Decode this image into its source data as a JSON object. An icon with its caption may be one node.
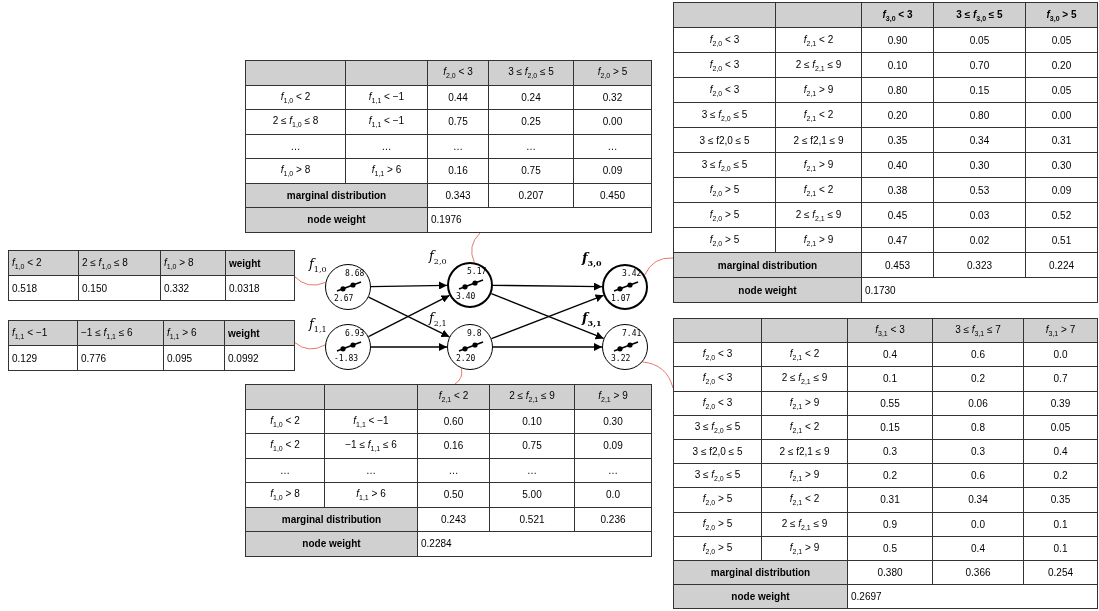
{
  "diagram": {
    "nodes": [
      {
        "text": [
          "8.68",
          "2.67"
        ],
        "beside": [
          "*f*$_{1,0}$"
        ]
      },
      {
        "text": [
          "6.93",
          "-1.83"
        ],
        "beside": [
          "*f*$_{1,1}$"
        ]
      },
      {
        "text": [
          "5.17",
          "3.40"
        ],
        "beside": [
          "*f*$_{2,0}$"
        ]
      },
      {
        "text": [
          "9.8",
          "2.20"
        ],
        "beside": [
          "*f*$_{2,1}$"
        ]
      },
      {
        "text": [
          "3.42",
          "1.07"
        ],
        "beside": [
          "*f*$_{3,0}$"
        ]
      },
      {
        "text": [
          "7.41",
          "3.22"
        ],
        "beside": [
          "*f*$_{3,1}$"
        ]
      },
      {
        "text": [
          "*f*$_{1,0}$ < 2",
          "2 ≤ *f*$_{1,0}$ ≤ 8",
          "*f*$_{1,0}$ > 8",
          "weight",
          "0.518",
          "0.150",
          "0.332",
          "0.0318"
        ]
      },
      {
        "text": [
          "*f*$_{1,1}$ < −1",
          "−1 ≤ *f*$_{1,1}$ ≤ 6",
          "*f*$_{1,1}$ > 6",
          "weight",
          "0.129",
          "0.776",
          "0.095",
          "0.0992"
        ]
      },
      {
        "text": [
          "*f*$_{2,0}$ < 3",
          "3 ≤ *f*$_{2,0}$ ≤ 5",
          "*f*$_{2,0}$ > 5",
          "*f*$_{1,0}$ < 2",
          "*f*$_{1,1}$ < −1",
          "0.44",
          "0.24",
          "0.32",
          "2 ≤ *f*$_{1,0}$ ≤ 8",
          "*f*$_{1,1}$ < −1",
          "0.75",
          "0.25",
          "0.00",
          "…",
          "…",
          "…",
          "…",
          "…",
          "*f*$_{1,0}$ > 8",
          "*f*$_{1,1}$ > 6",
          "0.16",
          "0.75",
          "0.09",
          "marginal distribution",
          "0.343",
          "0.207",
          "0.450",
          "node weight",
          "0.1976"
        ]
      },
      {
        "text": [
          "*f*$_{2,1}$ < 2",
          "2 ≤ *f*$_{2,1}$ ≤ 9",
          "*f*$_{2,1}$ > 9",
          "*f*$_{1,0}$ < 2",
          "*f*$_{1,1}$ < −1",
          "0.60",
          "0.10",
          "0.30",
          "*f*$_{1,0}$ < 2",
          "−1 ≤ *f*$_{1,1}$ ≤ 6",
          "0.16",
          "0.75",
          "0.09",
          "…",
          "…",
          "…",
          "…",
          "…",
          "*f*$_{1,0}$ > 8",
          "*f*$_{1,1}$ > 6",
          "0.50",
          "5.00",
          "0.0",
          "marginal distribution",
          "0.243",
          "0.521",
          "0.236",
          "node weight",
          "0.2284"
        ]
      },
      {
        "text": [
          "*f*$_{3,0}$ < 3",
          "3 ≤ *f*$_{3,0}$ ≤ 5",
          "*f*$_{3,0}$ > 5",
          "*f*$_{2,0}$ < 3",
          "*f*$_{2,1}$ < 2",
          "0.90",
          "0.05",
          "0.05",
          "*f*$_{2,0}$ < 3",
          "2 ≤ *f*$_{2,1}$ ≤ 9",
          "0.10",
          "0.70",
          "0.20",
          "*f*$_{2,0}$ < 3",
          "*f*$_{2,1}$ > 9",
          "0.80",
          "0.15",
          "0.05",
          "3 ≤ *f*$_{2,0}$ ≤ 5",
          "*f*$_{2,1}$ < 2",
          "0.20",
          "0.80",
          "0.00",
          "3 ≤ f2,0 ≤ 5",
          "2 ≤ f2,1 ≤ 9",
          "0.35",
          "0.34",
          "0.31",
          "3 ≤ *f*$_{2,0}$ ≤ 5",
          "*f*$_{2,1}$ > 9",
          "0.40",
          "0.30",
          "0.30",
          "*f*$_{2,0}$ > 5",
          "*f*$_{2,1}$ < 2",
          "0.38",
          "0.53",
          "0.09",
          "*f*$_{2,0}$ > 5",
          "2 ≤ *f*$_{2,1}$ ≤ 9",
          "0.45",
          "0.03",
          "0.52",
          "*f*$_{2,0}$ > 5",
          "*f*$_{2,1}$ > 9",
          "0.47",
          "0.02",
          "0.51",
          "marginal distribution",
          "0.453",
          "0.323",
          "0.224",
          "node weight",
          "0.1730"
        ]
      },
      {
        "text": [
          "*f*$_{3,1}$ < 3",
          "3 ≤ *f*$_{3,1}$ ≤ 7",
          "*f*$_{3,1}$ > 7",
          "*f*$_{2,0}$ < 3",
          "*f*$_{2,1}$ < 2",
          "0.4",
          "0.6",
          "0.0",
          "*f*$_{2,0}$ < 3",
          "2 ≤ *f*$_{2,1}$ ≤ 9",
          "0.1",
          "0.2",
          "0.7",
          "*f*$_{2,0}$ < 3",
          "*f*$_{2,1}$ > 9",
          "0.55",
          "0.06",
          "0.39",
          "3 ≤ *f*$_{2,0}$ ≤ 5",
          "*f*$_{2,1}$ < 2",
          "0.15",
          "0.8",
          "0.05",
          "3 ≤ f2,0 ≤ 5",
          "2 ≤ f2,1 ≤ 9",
          "0.3",
          "0.3",
          "0.4",
          "3 ≤ *f*$_{2,0}$ ≤ 5",
          "*f*$_{2,1}$ > 9",
          "0.2",
          "0.6",
          "0.2",
          "*f*$_{2,0}$ > 5",
          "*f*$_{2,1}$ < 2",
          "0.31",
          "0.34",
          "0.35",
          "*f*$_{2,0}$ > 5",
          "2 ≤ *f*$_{2,1}$ ≤ 9",
          "0.9",
          "0.0",
          "0.1",
          "*f*$_{2,0}$ > 5",
          "*f*$_{2,1}$ > 9",
          "0.5",
          "0.4",
          "0.1",
          "marginal distribution",
          "0.380",
          "0.366",
          "0.254",
          "node weight",
          "0.2697"
        ]
      }
    ],
    "edges": [
      {
        "from": 0,
        "to": 2,
        "arrow": "to"
      },
      {
        "from": 0,
        "to": 3,
        "arrow": "to"
      },
      {
        "from": 1,
        "to": 2,
        "arrow": "to"
      },
      {
        "from": 1,
        "to": 3,
        "arrow": "to"
      },
      {
        "from": 2,
        "to": 4,
        "arrow": "to"
      },
      {
        "from": 2,
        "to": 5,
        "arrow": "to"
      },
      {
        "from": 3,
        "to": 4,
        "arrow": "to"
      },
      {
        "from": 3,
        "to": 5,
        "arrow": "to"
      },
      {
        "from": 6,
        "to": 0,
        "arrow": "none",
        "color": "#e0574a"
      },
      {
        "from": 7,
        "to": 1,
        "arrow": "none",
        "color": "#e0574a"
      },
      {
        "from": 8,
        "to": 2,
        "arrow": "none",
        "color": "#e0574a"
      },
      {
        "from": 9,
        "to": 3,
        "arrow": "none",
        "color": "#e0574a"
      },
      {
        "from": 10,
        "to": 4,
        "arrow": "none",
        "color": "#e0574a"
      },
      {
        "from": 11,
        "to": 5,
        "arrow": "none",
        "color": "#e0574a"
      }
    ]
  }
}
